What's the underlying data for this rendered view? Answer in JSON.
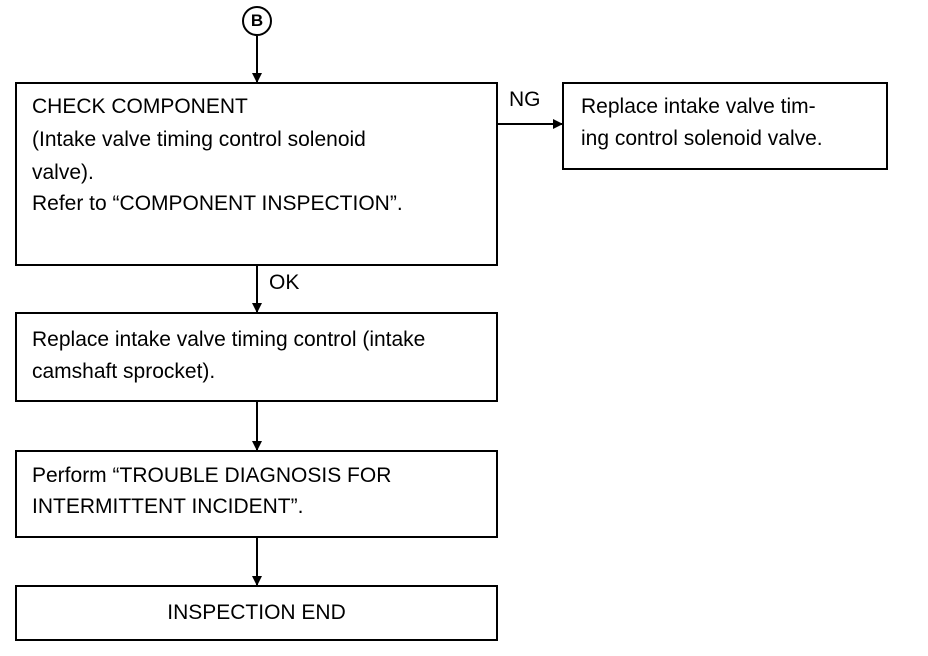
{
  "connector": {
    "label": "B"
  },
  "boxes": {
    "check_component": {
      "lines": [
        "CHECK COMPONENT",
        "(Intake valve timing control solenoid",
        "valve).",
        "Refer to “COMPONENT INSPECTION”."
      ]
    },
    "replace_solenoid": {
      "lines": [
        "Replace intake valve tim-",
        "ing control solenoid valve."
      ]
    },
    "replace_ivtc": {
      "lines": [
        "Replace intake valve timing control (intake",
        "camshaft sprocket)."
      ]
    },
    "perform_diagnosis": {
      "lines": [
        "Perform “TROUBLE DIAGNOSIS FOR",
        "INTERMITTENT INCIDENT”."
      ]
    },
    "inspection_end": {
      "lines": [
        "INSPECTION END"
      ]
    }
  },
  "labels": {
    "ng": "NG",
    "ok": "OK"
  }
}
